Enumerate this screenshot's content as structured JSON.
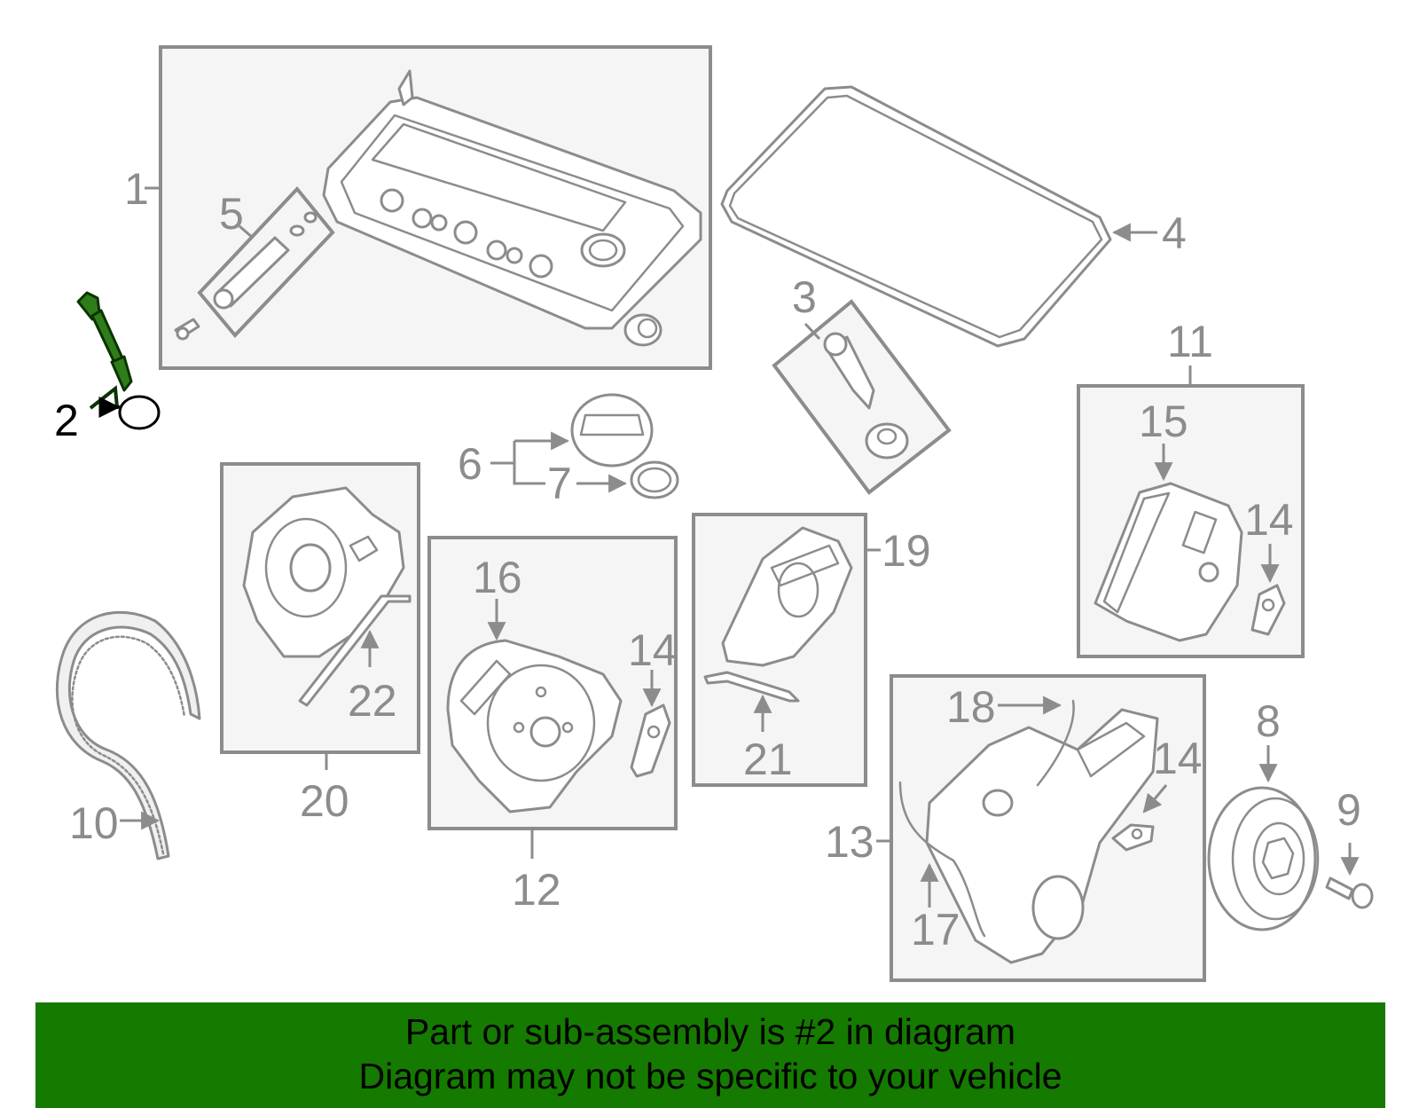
{
  "callouts": {
    "c1": "1",
    "c2": "2",
    "c3": "3",
    "c4": "4",
    "c5": "5",
    "c6": "6",
    "c7": "7",
    "c8": "8",
    "c9": "9",
    "c10": "10",
    "c11": "11",
    "c12": "12",
    "c13": "13",
    "c14a": "14",
    "c14b": "14",
    "c14c": "14",
    "c15": "15",
    "c16": "16",
    "c17": "17",
    "c18": "18",
    "c19": "19",
    "c20": "20",
    "c21": "21",
    "c22": "22"
  },
  "highlighted_part": "2",
  "highlight_color": "#2e7d1a",
  "banner": {
    "line1": "Part or sub-assembly is #2 in diagram",
    "line2": "Diagram may not be specific to your vehicle",
    "color": "#157a00"
  }
}
